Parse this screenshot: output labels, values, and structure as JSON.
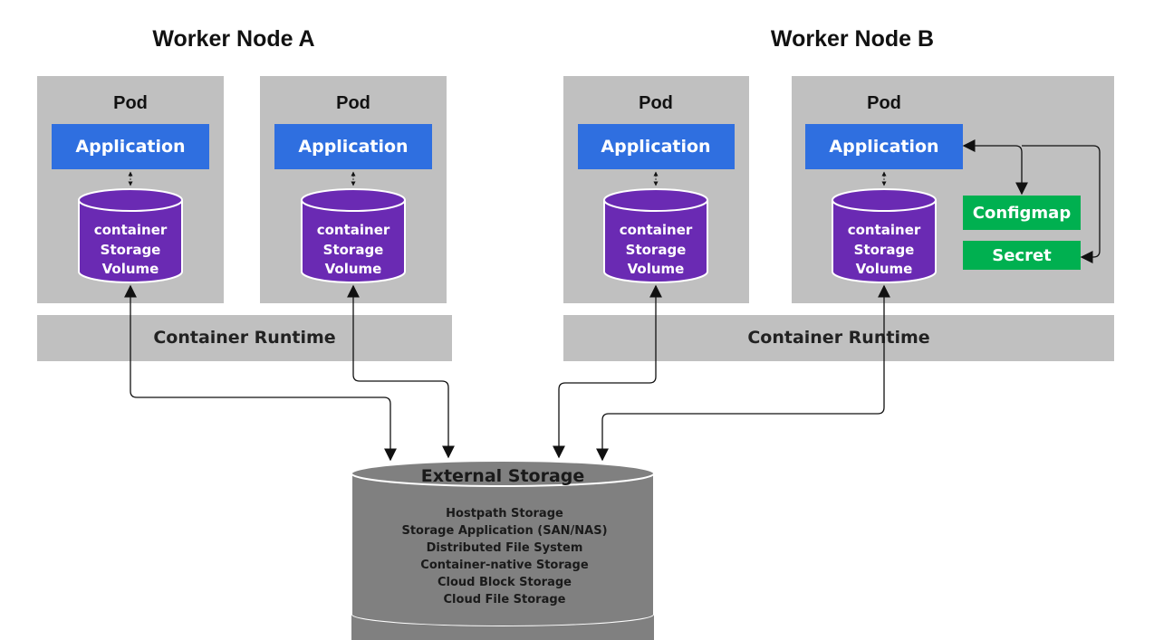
{
  "nodes": {
    "a": {
      "title": "Worker Node A",
      "runtime": "Container Runtime"
    },
    "b": {
      "title": "Worker Node B",
      "runtime": "Container Runtime"
    }
  },
  "pod": {
    "title": "Pod",
    "application": "Application",
    "volume": [
      "container",
      "Storage",
      "Volume"
    ]
  },
  "configmap": "Configmap",
  "secret": "Secret",
  "external_storage": {
    "title": "External Storage",
    "items": [
      "Hostpath Storage",
      "Storage Application (SAN/NAS)",
      "Distributed File System",
      "Container-native Storage",
      "Cloud Block Storage",
      "Cloud File Storage"
    ]
  },
  "colors": {
    "panel": "#c0c0c0",
    "application": "#2f6fe0",
    "volume": "#6a2ab3",
    "green": "#00b050",
    "storage": "#808080"
  }
}
